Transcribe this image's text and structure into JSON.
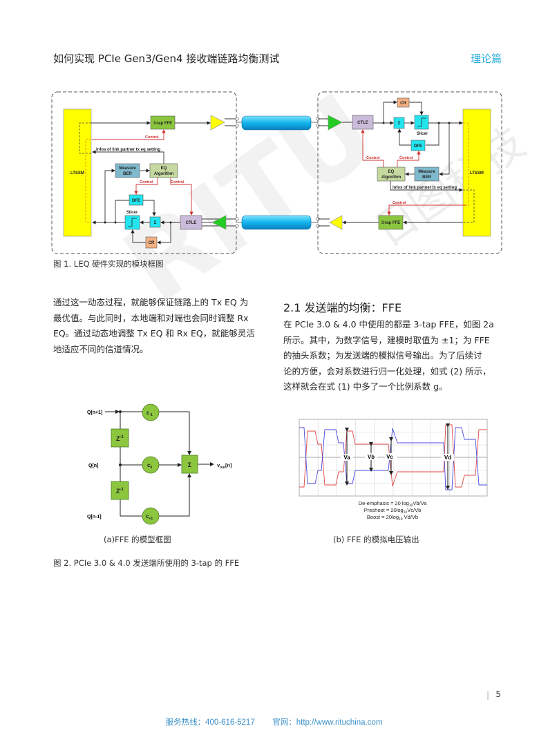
{
  "header": {
    "title": "如何实现 PCIe Gen3/Gen4 接收端链路均衡测试",
    "tag": "理论篇"
  },
  "watermark": {
    "logo": "RITU",
    "text": "日图科技"
  },
  "figure1": {
    "caption": "图 1.  LEQ 硬件实现的模块框图",
    "labels": {
      "ltssm": "LTSSM",
      "ffe": "3-tap FFE",
      "control": "Control",
      "infos": "infos of link partner tx eq setting",
      "measure1": "Measure",
      "measure2": "BER",
      "eq1": "EQ",
      "eq2": "Algorithm",
      "dfe": "DFE",
      "slicer": "Slicer",
      "sigma": "Σ",
      "ctle": "CTLE",
      "cr": "CR"
    }
  },
  "left_paragraph": [
    "通过这一动态过程，就能够保证链路上的 Tx EQ 为",
    "最优值。与此同时，本地端和对端也会同时调整 Rx",
    "EQ。通过动态地调整 Tx EQ 和 Rx EQ，就能够灵活",
    "地适应不同的信道情况。"
  ],
  "section": {
    "heading": "2.1 发送端的均衡：FFE",
    "paragraph": [
      "在 PCIe 3.0 & 4.0 中使用的都是 3-tap FFE，如图 2a",
      "所示。其中，为数字信号，建模时取值为 ±1；为 FFE",
      "的抽头系数；为发送端的模拟信号输出。为了后续讨",
      "论的方便，会对系数进行归一化处理，如式 (2) 所示，",
      "这样就会在式 (1) 中多了一个比例系数 g。"
    ]
  },
  "figure2a": {
    "q_next": "Q[n+1]",
    "q_n": "Q[n]",
    "q_prev": "Q[n-1]",
    "z": "Z",
    "z_exp": "-1",
    "c_minus": "c",
    "c_minus_sub": "-1",
    "c_zero": "c",
    "c_zero_sub": "0",
    "c_plus": "c",
    "c_plus_sub": "+1",
    "sigma": "Σ",
    "vout": "v",
    "vout_sub": "out",
    "vout_tail": "[n]",
    "caption": "(a)FFE 的模型框图"
  },
  "figure2b": {
    "va": "Va",
    "vb": "Vb",
    "vc": "Vc",
    "vd": "Vd",
    "eq1_a": "De-emphasis = 20 log",
    "eq1_sub": "10",
    "eq1_b": "Vb/Va",
    "eq2_a": "Preshoot = 20log",
    "eq2_sub": "10",
    "eq2_b": "Vc/Vb",
    "eq3_a": "Boost = 20log",
    "eq3_sub": "10",
    "eq3_b": " Vd/Vb",
    "caption": "(b) FFE 的模拟电压输出"
  },
  "figure2_caption": "图 2.  PCIe 3.0 & 4.0 发送端所使用的 3-tap 的 FFE",
  "page_number": "5",
  "page_bar": "|",
  "footer": "服务热线：400-616-5217        官网：http://www.rituchina.com",
  "colors": {
    "accent": "#2aaedc",
    "ltssm": "#ffff00",
    "ffe": "#8cc63f",
    "cyan_block": "#22e5f0",
    "control": "#d03030"
  }
}
